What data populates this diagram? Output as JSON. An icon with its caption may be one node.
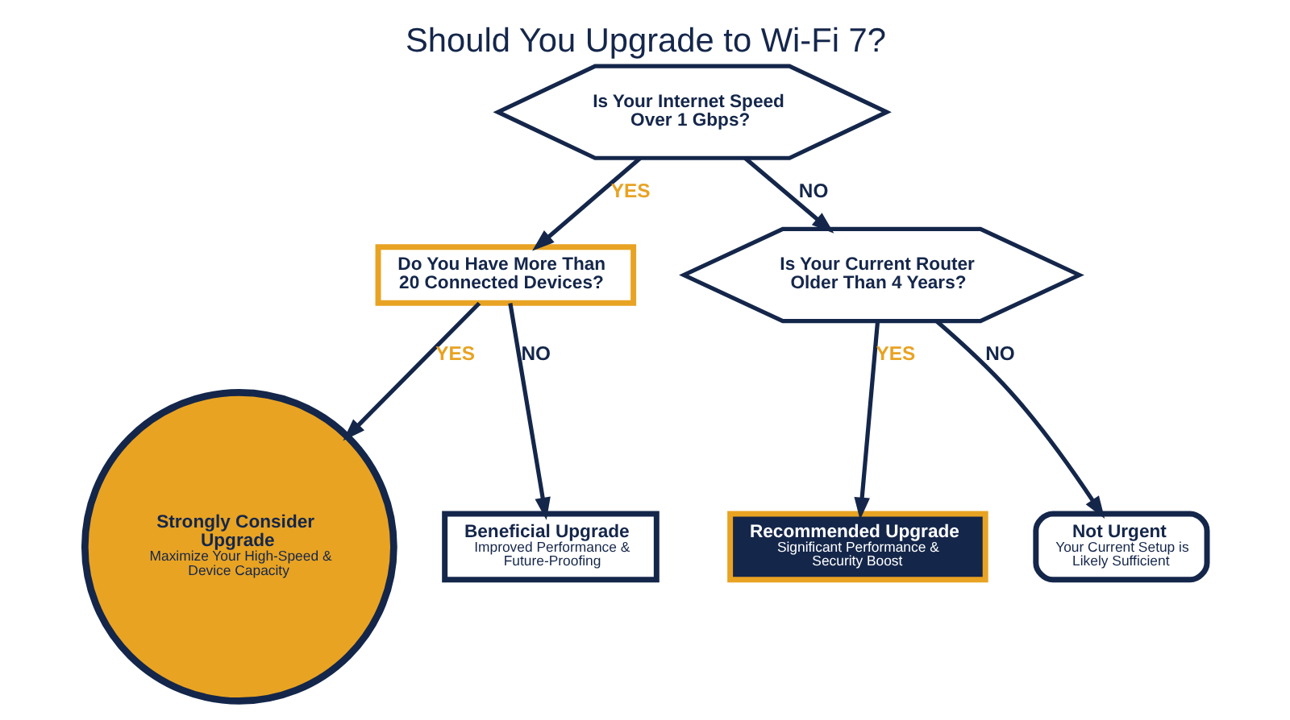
{
  "diagram": {
    "title": "Should You Upgrade to Wi-Fi 7?",
    "nodes": [
      {
        "text": [
          "Is Your Internet Speed Over 1 Gbps?"
        ]
      },
      {
        "text": [
          "Do You Have More Than 20 Connected Devices?"
        ]
      },
      {
        "text": [
          "Is Your Current Router Older Than 4 Years?"
        ]
      },
      {
        "text": [
          "Strongly Consider Upgrade",
          "Maximize Your High-Speed & Device Capacity"
        ]
      },
      {
        "text": [
          "Beneficial Upgrade",
          "Improved Performance & Future-Proofing"
        ]
      },
      {
        "text": [
          "Recommended Upgrade",
          "Significant Performance & Security Boost"
        ]
      },
      {
        "text": [
          "Not Urgent",
          "Your Current Setup is Likely Sufficient"
        ]
      }
    ],
    "edges": [
      {
        "from": 0,
        "to": 1,
        "arrow": "to",
        "label": "YES"
      },
      {
        "from": 0,
        "to": 2,
        "arrow": "to",
        "label": "NO"
      },
      {
        "from": 1,
        "to": 3,
        "arrow": "to",
        "label": "YES"
      },
      {
        "from": 1,
        "to": 4,
        "arrow": "to",
        "label": "NO"
      },
      {
        "from": 2,
        "to": 5,
        "arrow": "to",
        "label": "YES"
      },
      {
        "from": 2,
        "to": 6,
        "arrow": "to",
        "label": "NO"
      }
    ]
  }
}
